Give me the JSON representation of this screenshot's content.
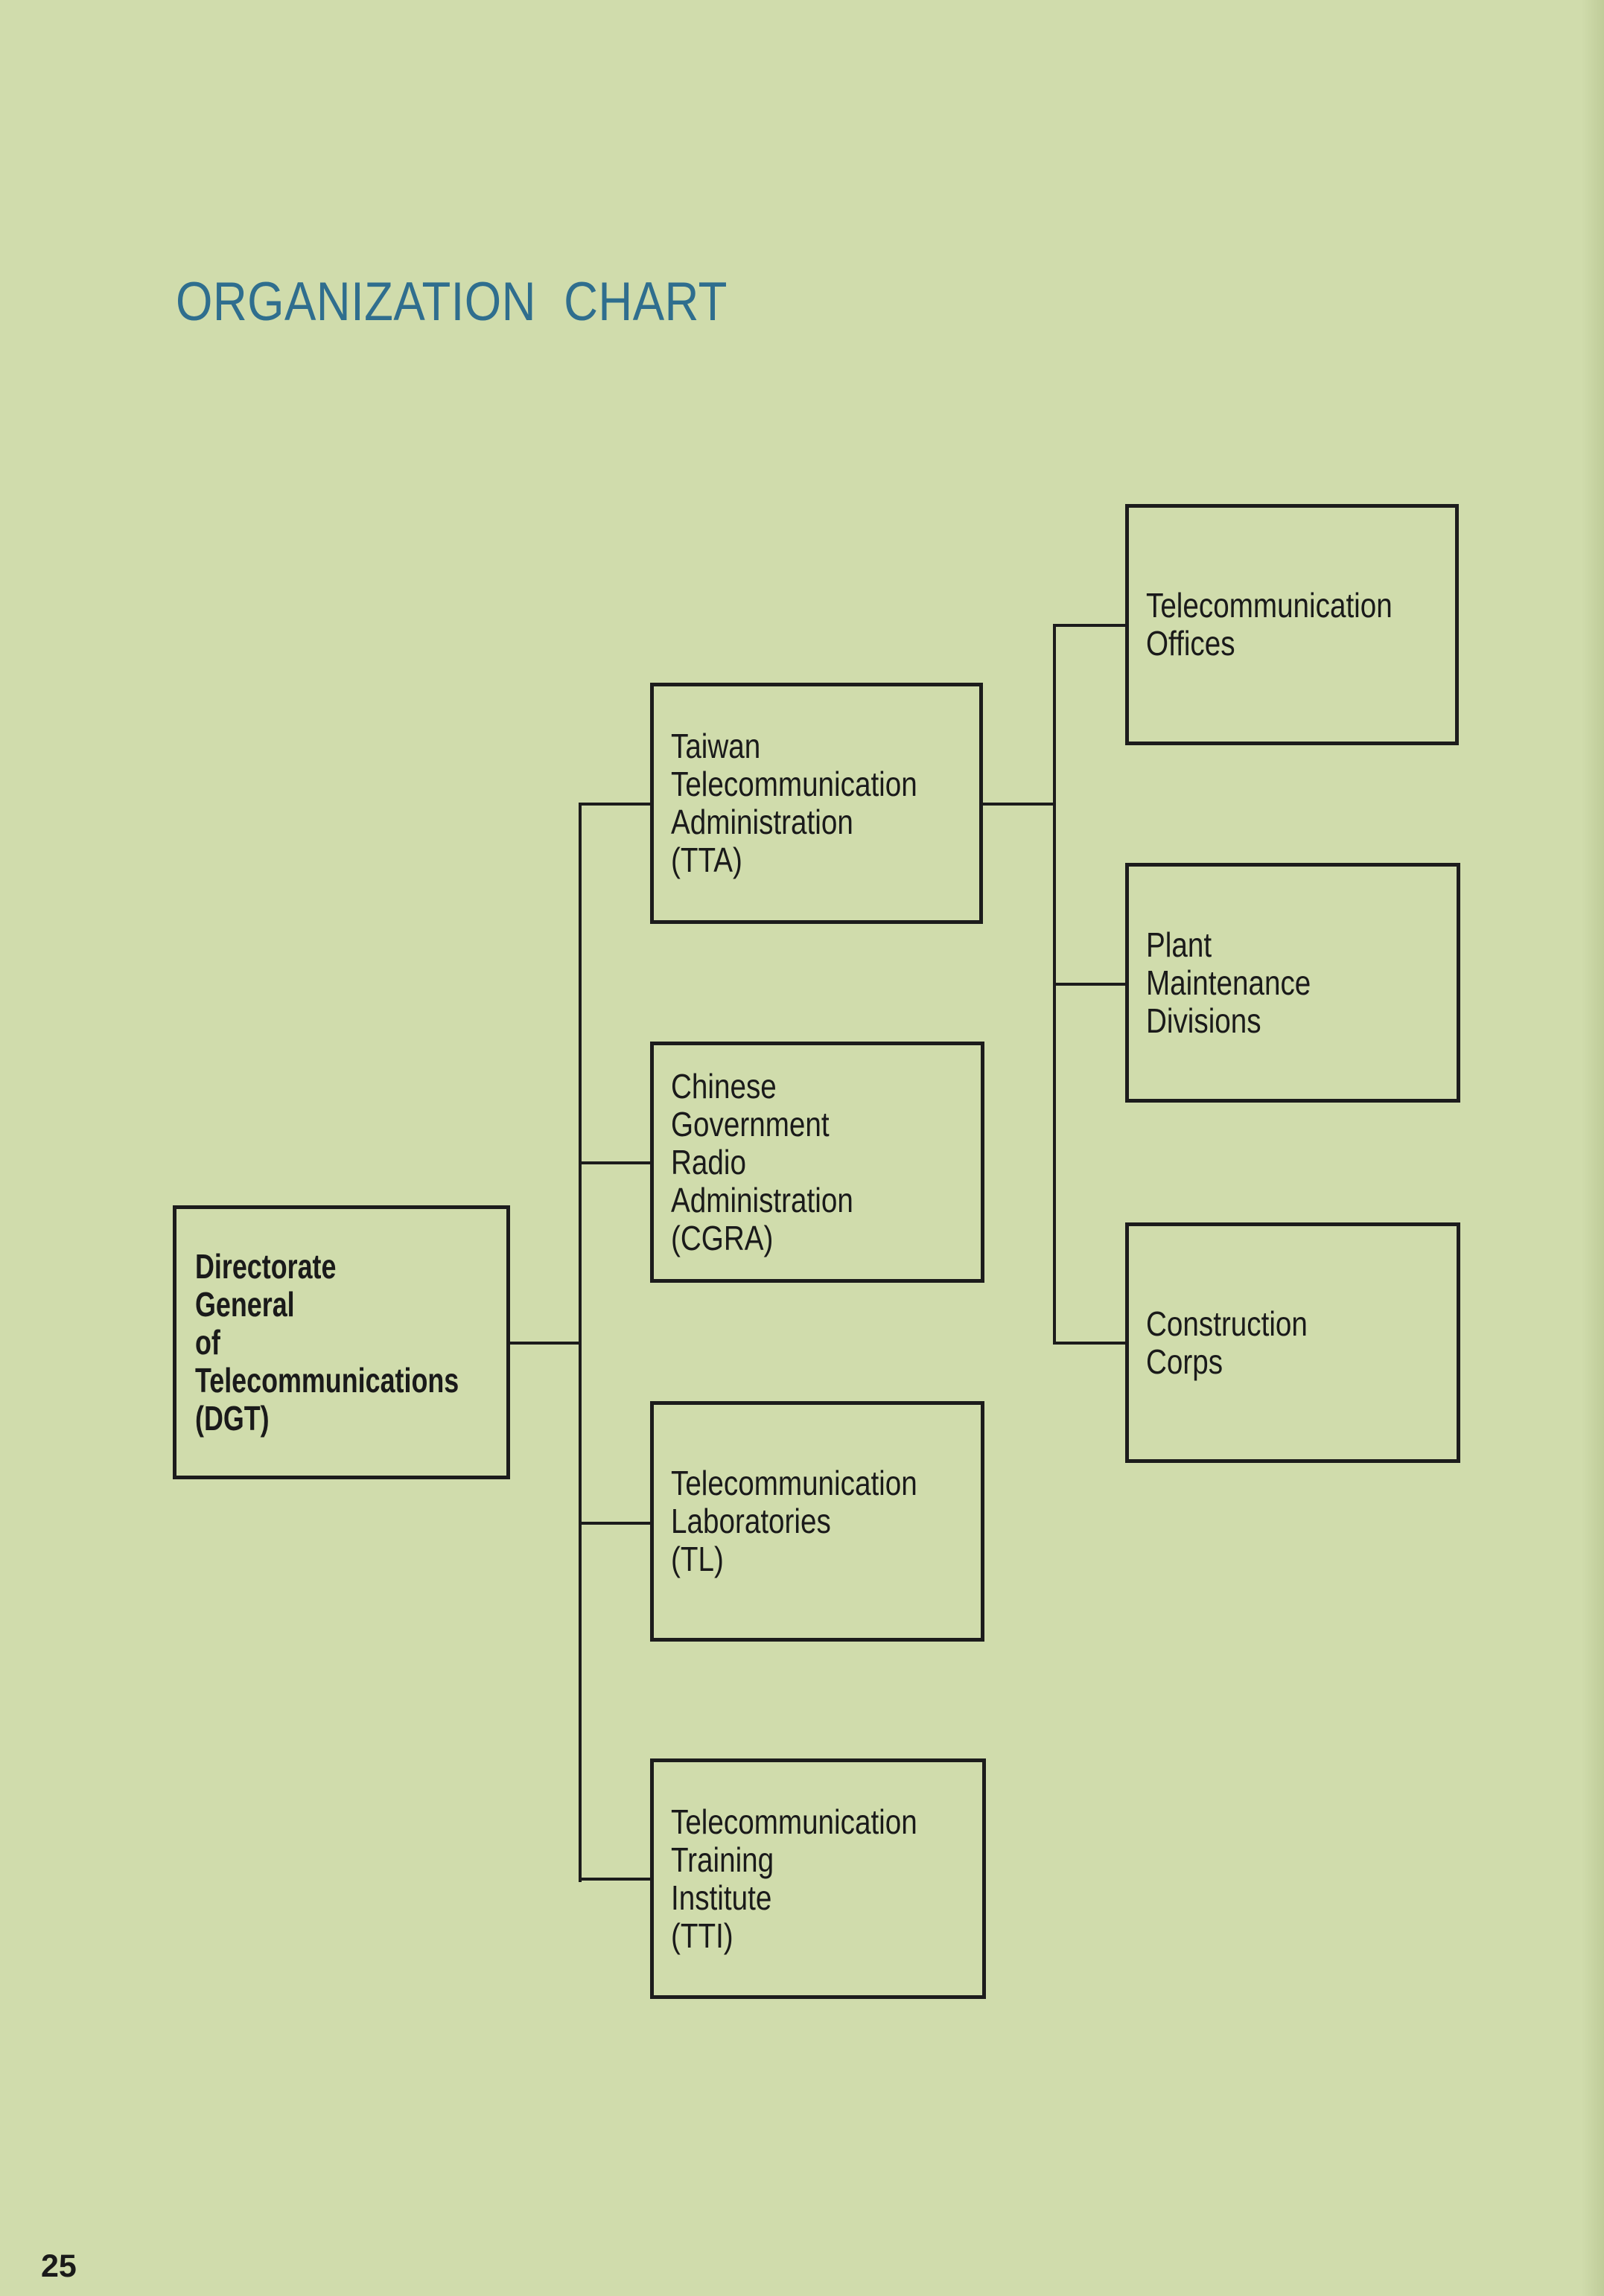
{
  "page": {
    "title": "ORGANIZATION CHART",
    "page_number": "25"
  },
  "org_chart": {
    "root": {
      "lines": [
        "Directorate",
        "General",
        "of",
        "Telecommunications",
        "(DGT)"
      ]
    },
    "departments": [
      {
        "lines": [
          "Taiwan",
          "Telecommunication",
          "Administration",
          "(TTA)"
        ]
      },
      {
        "lines": [
          "Chinese",
          "Government",
          "Radio",
          "Administration",
          "(CGRA)"
        ]
      },
      {
        "lines": [
          "Telecommunication",
          "Laboratories",
          "(TL)"
        ]
      },
      {
        "lines": [
          "Telecommunication",
          "Training",
          "Institute",
          "(TTI)"
        ]
      }
    ],
    "tta_units": [
      {
        "lines": [
          "Telecommunication",
          "Offices"
        ]
      },
      {
        "lines": [
          "Plant",
          "Maintenance",
          "Divisions"
        ]
      },
      {
        "lines": [
          "Construction",
          "Corps"
        ]
      }
    ]
  },
  "colors": {
    "background": "#d0dcac",
    "title": "#2f6e8e",
    "lines": "#1c1c1c"
  }
}
